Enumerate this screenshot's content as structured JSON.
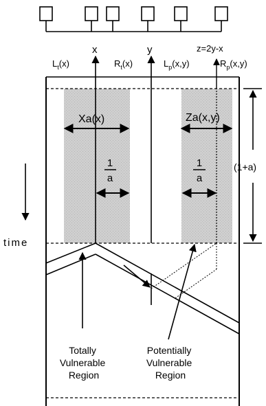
{
  "diagram": {
    "axis_labels": {
      "x": "x",
      "y": "y",
      "z": "z=2y-x"
    },
    "interval_labels": {
      "lt_main": "L",
      "lt_sub": "t",
      "lt_arg": "(x)",
      "rt_main": "R",
      "rt_sub": "t",
      "rt_arg": "(x)",
      "lp_main": "L",
      "lp_sub": "p",
      "lp_arg": "(x,y)",
      "rp_main": "R",
      "rp_sub": "p",
      "rp_arg": "(x,y)"
    },
    "regions": {
      "xa": "Xa(x)",
      "za": "Za(x,y)"
    },
    "fraction": {
      "numerator": "1",
      "denominator": "a"
    },
    "span": "(1+a)",
    "time": "time",
    "callouts": {
      "totally": [
        "Totally",
        "Vulnerable",
        "Region"
      ],
      "potentially": [
        "Potentially",
        "Vulnerable",
        "Region"
      ]
    },
    "colors": {
      "shade": "#c8c8c8",
      "ink": "#000000",
      "background": "#ffffff"
    }
  }
}
